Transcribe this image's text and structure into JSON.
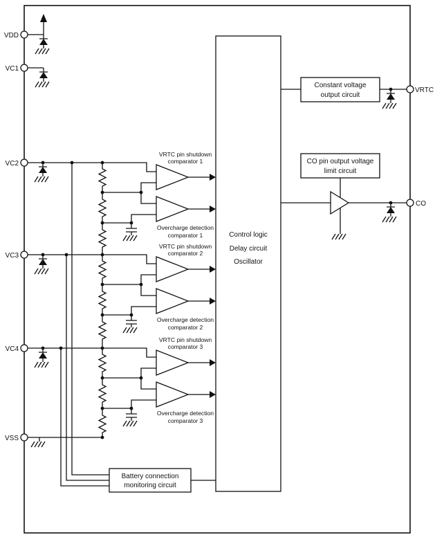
{
  "colors": {
    "stroke": "#111111",
    "background": "#ffffff"
  },
  "pins": {
    "vdd": "VDD",
    "vc1": "VC1",
    "vc2": "VC2",
    "vc3": "VC3",
    "vc4": "VC4",
    "vss": "VSS",
    "vrtc": "VRTC",
    "co": "CO"
  },
  "blocks": {
    "constant_voltage": [
      "Constant voltage",
      "output circuit"
    ],
    "co_limit": [
      "CO pin output voltage",
      "limit circuit"
    ],
    "control_logic": [
      "Control logic",
      "Delay circuit",
      "Oscillator"
    ],
    "battery_monitor": [
      "Battery connection",
      "monitoring circuit"
    ]
  },
  "comparators": {
    "g1": {
      "shutdown": [
        "VRTC pin shutdown",
        "comparator 1"
      ],
      "overcharge": [
        "Overcharge detection",
        "comparator 1"
      ]
    },
    "g2": {
      "shutdown": [
        "VRTC pin shutdown",
        "comparator 2"
      ],
      "overcharge": [
        "Overcharge detection",
        "comparator 2"
      ]
    },
    "g3": {
      "shutdown": [
        "VRTC pin shutdown",
        "comparator 3"
      ],
      "overcharge": [
        "Overcharge detection",
        "comparator 3"
      ]
    }
  }
}
